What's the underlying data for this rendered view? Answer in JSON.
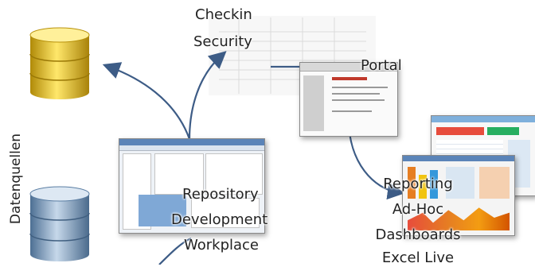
{
  "side_label": "Datenquellen",
  "labels": {
    "checkin": "Checkin",
    "security": "Security",
    "portal": "Portal",
    "repository": "Repository",
    "development": "Development",
    "workplace": "Workplace",
    "reporting": "Reporting",
    "adhoc": "Ad-Hoc",
    "dashboards": "Dashboards",
    "excel_live": "Excel Live"
  },
  "colors": {
    "db_gold": "#e8c21a",
    "db_blue": "#6f97bf",
    "arrow": "#3d5c86"
  }
}
